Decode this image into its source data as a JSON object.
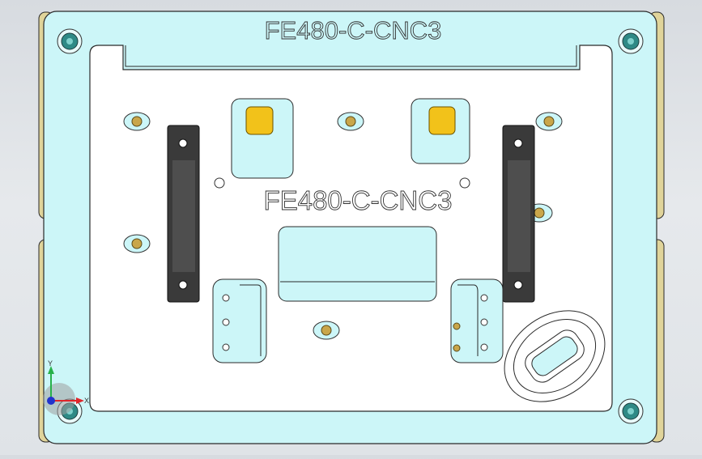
{
  "part": {
    "top_label": "FE480-C-CNC3",
    "center_label": "FE480-C-CNC3"
  },
  "triad": {
    "x_label": "X",
    "y_label": "Y"
  },
  "colors": {
    "plate": "#ccf6f8",
    "cutout": "#ffffff",
    "edge": "#2a2a2a",
    "frame_side": "#e0d49a",
    "handle": "#3a3a3a",
    "pad": "#f2c21a",
    "screw_gold": "#c9a64a",
    "screw_teal": "#2f8a86"
  }
}
